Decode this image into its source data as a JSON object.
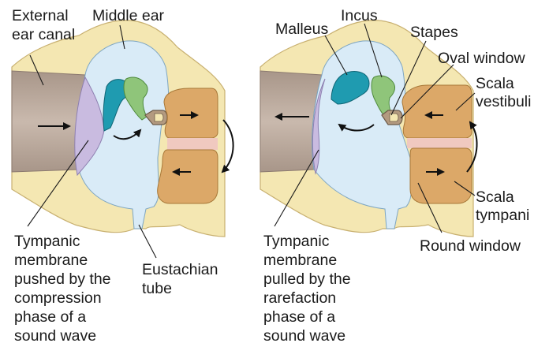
{
  "left_panel": {
    "labels": {
      "external_ear_canal": [
        "External",
        "ear canal"
      ],
      "middle_ear": "Middle ear",
      "eustachian_tube": [
        "Eustachian",
        "tube"
      ],
      "tympanic_membrane": [
        "Tympanic",
        "membrane",
        "pushed by the",
        "compression",
        "phase of a",
        "sound wave"
      ]
    }
  },
  "right_panel": {
    "labels": {
      "malleus": "Malleus",
      "incus": "Incus",
      "stapes": "Stapes",
      "oval_window": "Oval window",
      "scala_vestibuli": [
        "Scala",
        "vestibuli"
      ],
      "scala_tympani": [
        "Scala",
        "tympani"
      ],
      "round_window": "Round window",
      "tympanic_membrane": [
        "Tympanic",
        "membrane",
        "pulled by the",
        "rarefaction",
        "phase of a",
        "sound wave"
      ]
    }
  },
  "colors": {
    "bone": "#f4e7b2",
    "bone_outline": "#c8b070",
    "ear_canal": "#b8a69a",
    "middle_ear_cavity": "#d9ebf7",
    "cochlea": "#dca868",
    "cochlea_gap": "#f0c9c0",
    "tympanic_membrane": "#c9bbe0",
    "malleus": "#1f9bb0",
    "incus": "#8fc57a",
    "stapes": "#b39a80"
  }
}
